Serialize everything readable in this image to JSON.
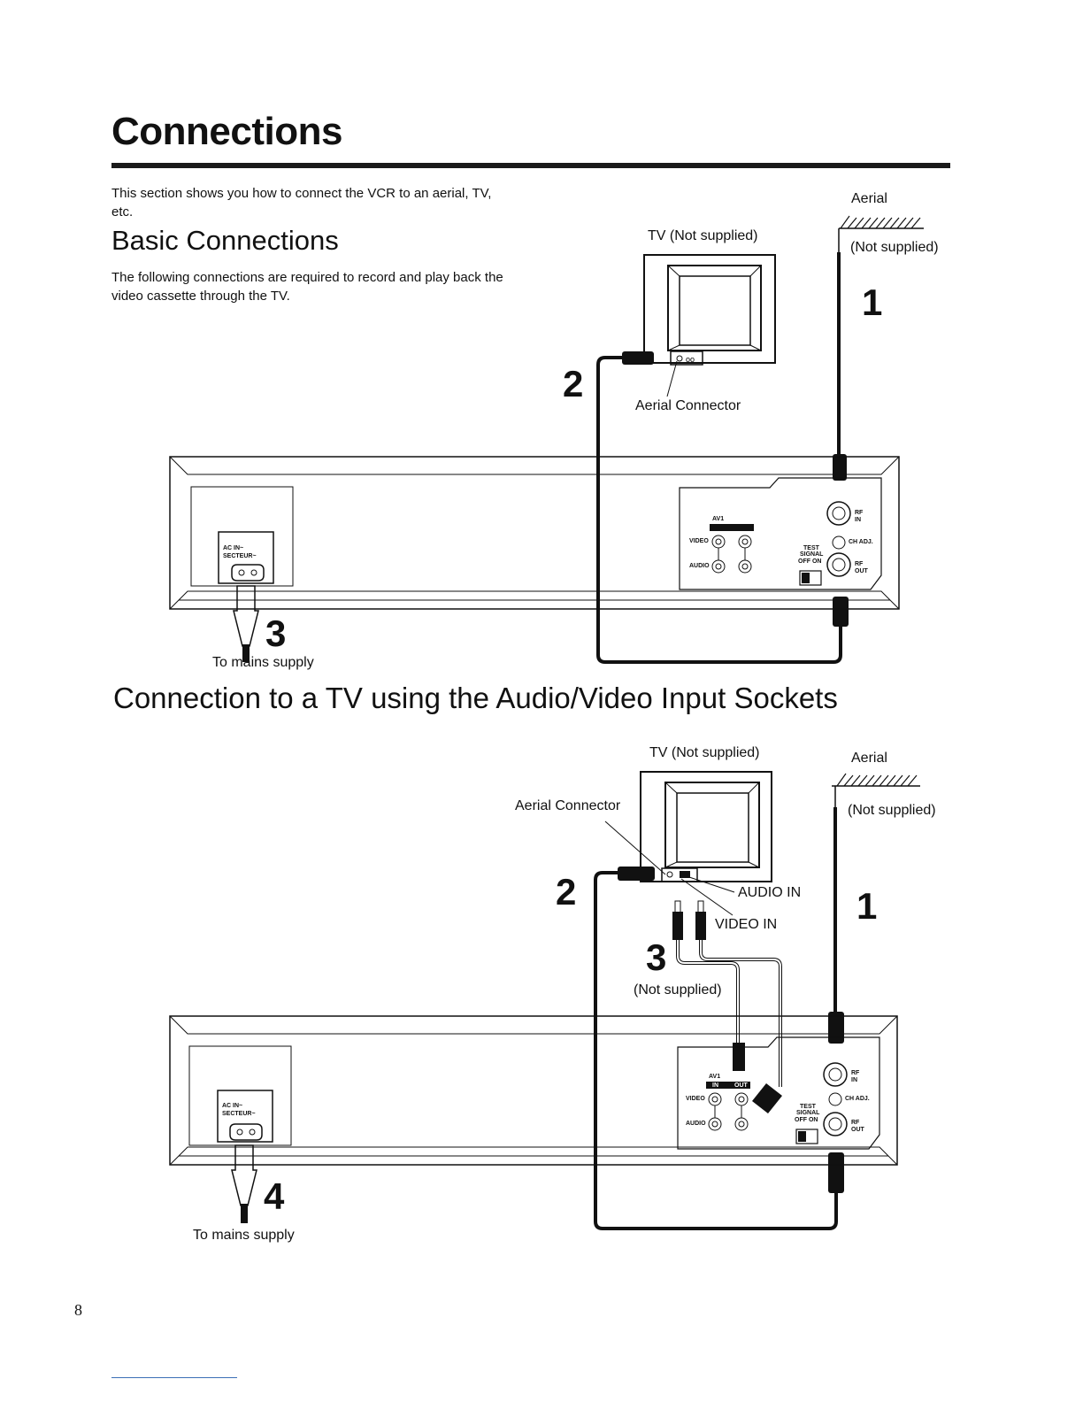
{
  "page": {
    "title": "Connections",
    "intro": "This section shows you how to connect the VCR to an aerial, TV, etc.",
    "page_number": "8"
  },
  "basic": {
    "heading": "Basic Connections",
    "description": "The following connections are required to record and play back the video cassette through the TV.",
    "labels": {
      "tv": "TV (Not supplied)",
      "aerial": "Aerial",
      "aerial_note": "(Not supplied)",
      "aerial_connector": "Aerial Connector",
      "mains": "To mains supply"
    },
    "steps": [
      "1",
      "2",
      "3"
    ]
  },
  "av": {
    "heading": "Connection to a TV using the Audio/Video Input Sockets",
    "labels": {
      "tv": "TV (Not supplied)",
      "aerial": "Aerial",
      "aerial_note": "(Not supplied)",
      "aerial_connector": "Aerial Connector",
      "audio_in": "AUDIO IN",
      "video_in": "VIDEO IN",
      "cable_note": "(Not supplied)",
      "mains": "To mains supply"
    },
    "steps": [
      "1",
      "2",
      "3",
      "4"
    ]
  },
  "vcr_panel": {
    "ac_in": "AC IN~",
    "secteur": "SECTEUR~",
    "av1": "AV1",
    "in": "IN",
    "out": "OUT",
    "video": "VIDEO",
    "audio": "AUDIO",
    "rf_in_1": "RF",
    "rf_in_2": "IN",
    "rf_out_1": "RF",
    "rf_out_2": "OUT",
    "ch_adj": "CH ADJ.",
    "test_signal_1": "TEST",
    "test_signal_2": "SIGNAL",
    "off_on": "OFF  ON"
  }
}
